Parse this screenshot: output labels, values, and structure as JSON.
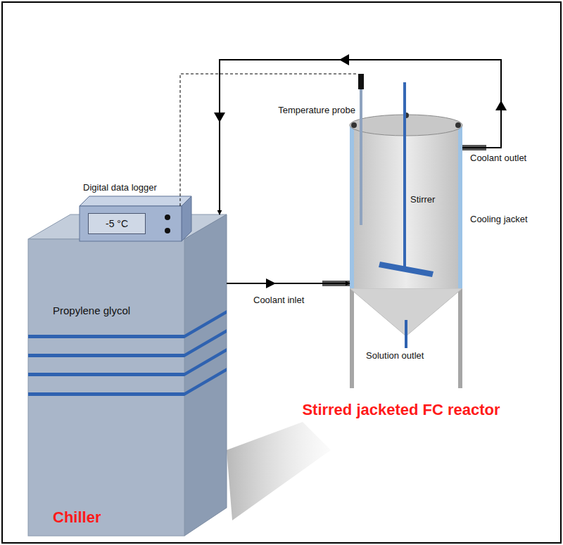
{
  "diagram": {
    "nodes": [
      {
        "text": [
          "Propylene glycol",
          "Chiller"
        ]
      },
      {
        "text": [
          "Digital data logger"
        ]
      },
      {
        "text": [
          "-5 °C"
        ],
        "in": 1
      },
      {
        "text": [
          "Stirrer"
        ]
      }
    ],
    "edges": [
      {
        "from": 0,
        "to": 3,
        "arrow": "to"
      },
      {
        "from": 3,
        "to": 0,
        "arrow": "to"
      },
      {
        "from": 1,
        "to": 3,
        "arrow": "none"
      }
    ],
    "labels": [
      "Temperature probe",
      "Coolant outlet",
      "Cooling jacket",
      "Coolant inlet",
      "Solution outlet",
      "Stirred jacketed FC reactor"
    ]
  }
}
